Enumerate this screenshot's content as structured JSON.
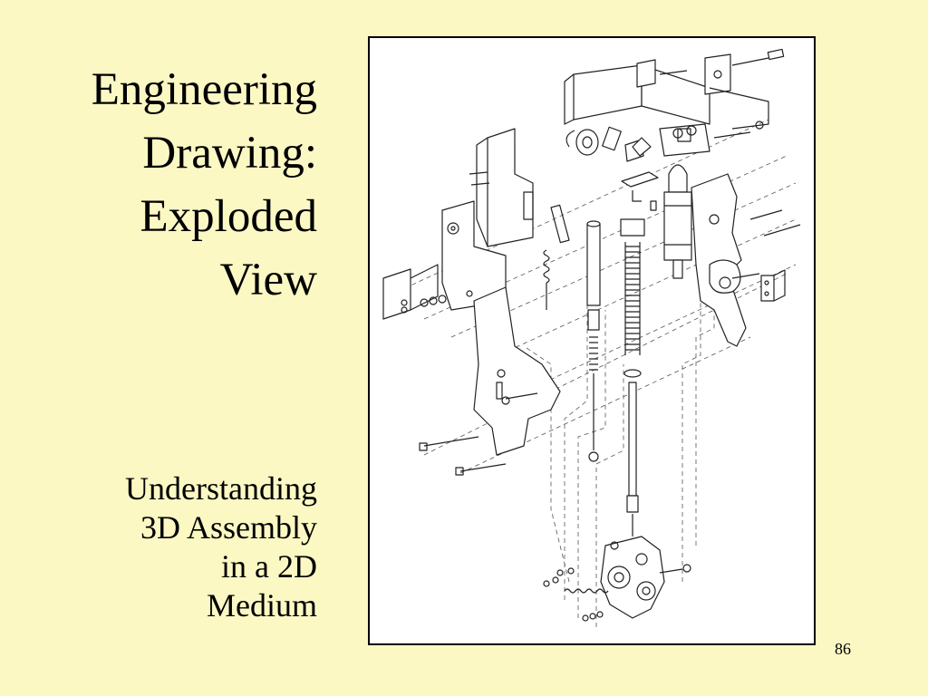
{
  "slide": {
    "title_lines": [
      "Engineering",
      "Drawing:",
      "Exploded",
      "View"
    ],
    "subtitle_lines": [
      "Understanding",
      "3D Assembly",
      "in a 2D",
      "Medium"
    ],
    "page_number": "86"
  },
  "figure": {
    "subject": "exploded-view-engineering-drawing",
    "line_color": "#222222",
    "paper_color": "#ffffff"
  },
  "colors": {
    "background": "#fbf8c4",
    "text": "#000000"
  }
}
